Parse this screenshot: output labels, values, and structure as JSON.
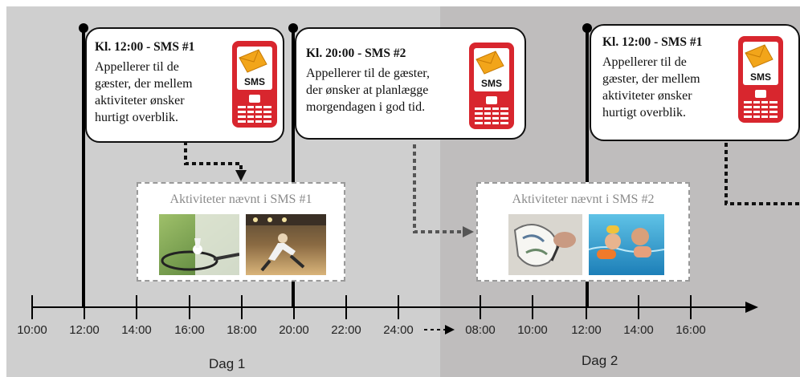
{
  "bubbles": [
    {
      "title": "Kl. 12:00   - SMS #1",
      "lines": [
        "Appellerer til de",
        "gæster, der mellem",
        "aktiviteter ønsker",
        "hurtigt overblik."
      ]
    },
    {
      "title": "Kl. 20:00   - SMS #2",
      "lines": [
        "Appellerer til de gæster,",
        "der ønsker at planlægge",
        "morgendagen i god tid."
      ]
    },
    {
      "title": "Kl. 12:00   - SMS #1",
      "lines": [
        "Appellerer til de",
        "gæster, der mellem",
        "aktiviteter ønsker",
        "hurtigt overblik."
      ]
    }
  ],
  "phone_label": "SMS",
  "activity_boxes": [
    {
      "label": "Aktiviteter nævnt i SMS #1",
      "photos": [
        "badminton-photo",
        "bowling-photo"
      ]
    },
    {
      "label": "Aktiviteter nævnt i SMS #2",
      "photos": [
        "drawing-photo",
        "pool-photo"
      ]
    }
  ],
  "timeline": {
    "ticks_day1": [
      "10:00",
      "12:00",
      "14:00",
      "16:00",
      "18:00",
      "20:00",
      "22:00",
      "24:00"
    ],
    "ticks_day2": [
      "08:00",
      "10:00",
      "12:00",
      "14:00",
      "16:00"
    ],
    "days": [
      "Dag 1",
      "Dag 2"
    ]
  },
  "colors": {
    "day1_bg": "#cfcfcf",
    "day2_bg": "#bfbdbd",
    "phone_red": "#d8262e",
    "envelope": "#f2a51a"
  }
}
